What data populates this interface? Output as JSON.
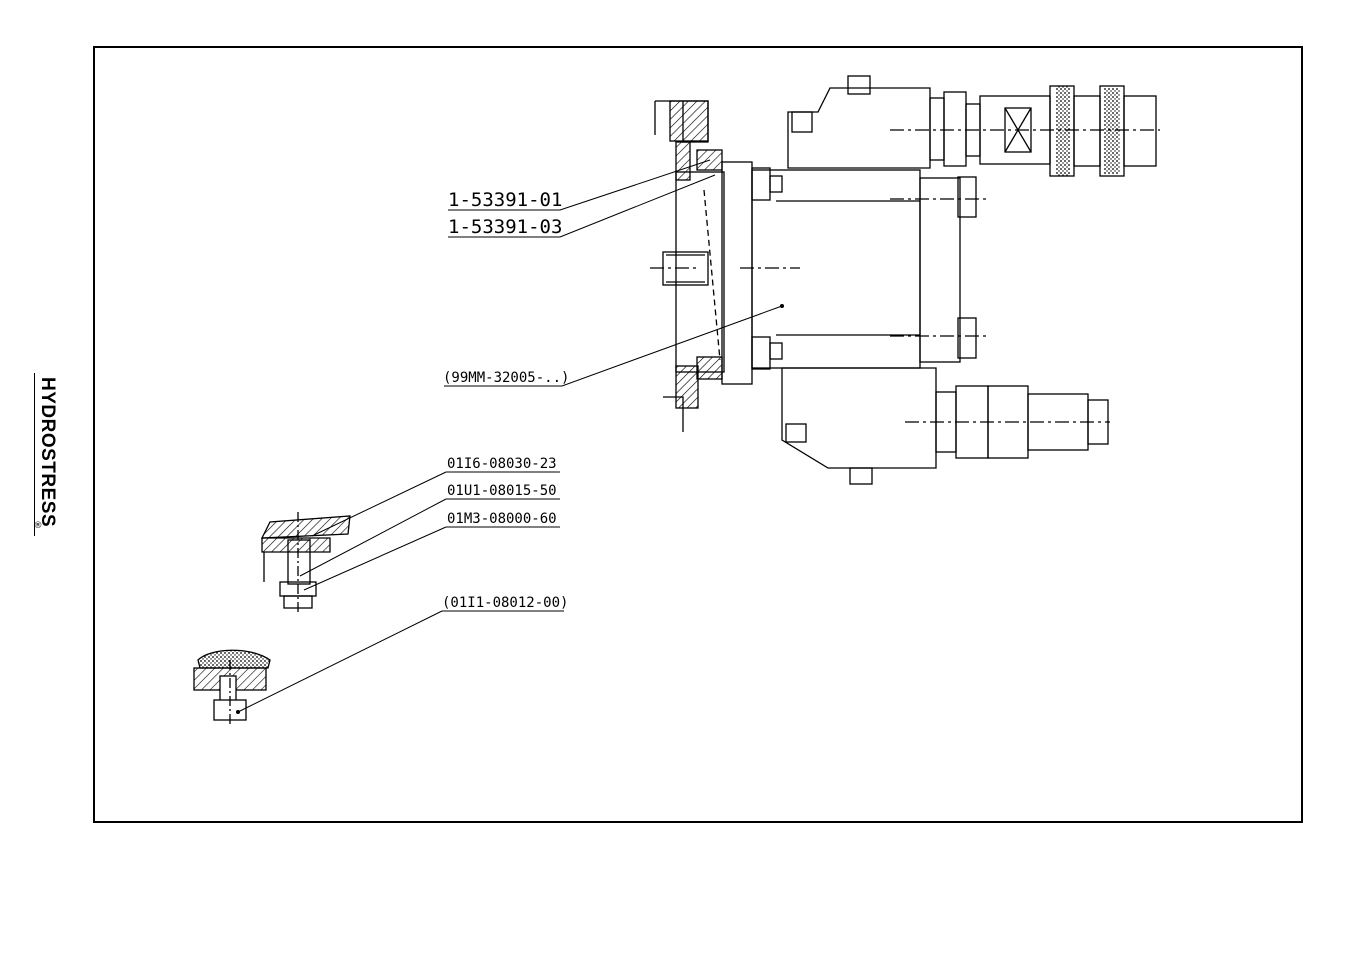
{
  "brand": {
    "name": "HYDROSTRESS",
    "registered": "®"
  },
  "labels": {
    "seal_ring": "1-53391-01",
    "seal_ring_2": "1-53391-03",
    "motor_assembly": "(99MM-32005-..)",
    "screw": "01I6-08030-23",
    "washer": "01U1-08015-50",
    "nut": "01M3-08000-60",
    "threaded_pin": "(01I1-08012-00)"
  },
  "colors": {
    "line": "#000000",
    "background": "#ffffff"
  }
}
